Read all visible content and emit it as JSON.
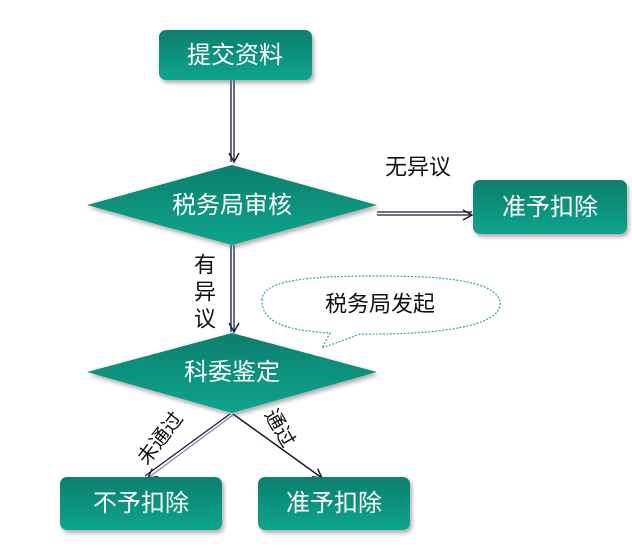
{
  "nodes": {
    "submit": "提交资料",
    "tax_review": "税务局审核",
    "approve_top": "准予扣除",
    "tech_review": "科委鉴定",
    "deny": "不予扣除",
    "approve_bottom": "准予扣除",
    "callout": "税务局发起"
  },
  "edges": {
    "no_objection": "无异议",
    "objection": [
      "有",
      "异",
      "议"
    ],
    "fail": "未通过",
    "pass": "通过"
  },
  "colors": {
    "box": "#0f9a86",
    "box_dark": "#0a7f6d",
    "line": "#1a1a3a"
  }
}
